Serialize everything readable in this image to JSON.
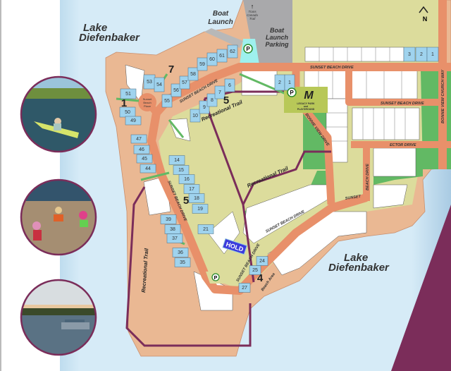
{
  "labels": {
    "lake_north": [
      "Lake",
      "Diefenbaker"
    ],
    "lake_south": [
      "Lake",
      "Diefenbaker"
    ],
    "boat_launch": [
      "Boat",
      "Launch"
    ],
    "trans_canada_trail": [
      "Trans",
      "Canada",
      "Trail"
    ],
    "boat_launch_parking": [
      "Boat",
      "Launch",
      "Parking"
    ],
    "sunset_beach_place": [
      "Sunset",
      "Beach",
      "Place"
    ],
    "recreational_trail": "Recreational Trail",
    "sunset_beach_drive": "SUNSET BEACH DRIVE",
    "bonnie_view_drive": "BONNIE VIEW DRIVE",
    "bonnie_view_church_way": "BONNIE VIEW CHURCH WAY",
    "ector_drive": "ECTOR DRIVE",
    "beach_drive": "BEACH DRIVE",
    "sunset": "SUNSET",
    "beach_area": "Beach Area",
    "legacy_park": [
      "LEGACY PARK",
      "and",
      "PLAYGROUND"
    ],
    "legacy_park_letter": "M",
    "hold": "HOLD",
    "north": "N",
    "parking": "P"
  },
  "phases": [
    "1",
    "7",
    "5",
    "5",
    "4"
  ],
  "lots": [
    "3",
    "2",
    "1",
    "2",
    "1",
    "53",
    "54",
    "55",
    "56",
    "57",
    "58",
    "59",
    "60",
    "61",
    "62",
    "51",
    "50",
    "49",
    "47",
    "46",
    "45",
    "44",
    "10",
    "9",
    "8",
    "7",
    "6",
    "14",
    "15",
    "16",
    "17",
    "18",
    "19",
    "21",
    "39",
    "38",
    "37",
    "36",
    "35",
    "24",
    "25",
    "27"
  ],
  "photos": [
    "kayak-photo",
    "kids-on-beach-photo",
    "pontoon-boat-photo"
  ],
  "colors": {
    "water": "#d4eaf6",
    "shore": "#eab893",
    "land": "#dcdc9c",
    "road": "#e8906a",
    "available_lot": "#9fd3ee",
    "green_space": "#62b964",
    "trail": "#7b2d5a",
    "parking_lot": "#a9a9ab",
    "hold": "#3b3bdc"
  }
}
